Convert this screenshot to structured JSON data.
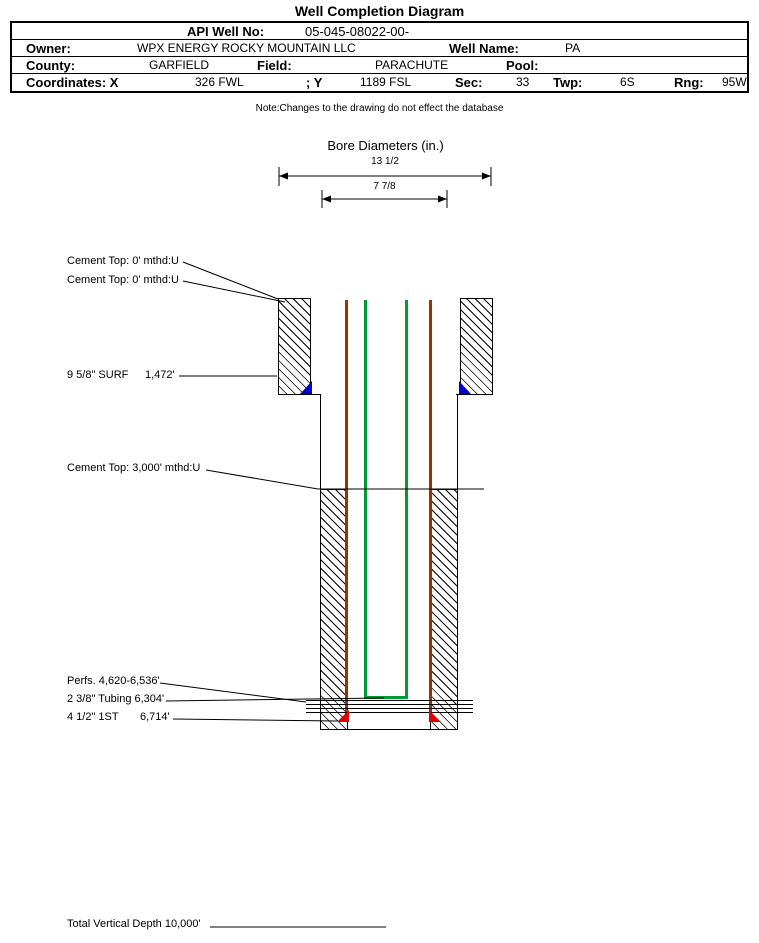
{
  "title": "Well Completion Diagram",
  "table": {
    "api_label": "API Well No:",
    "api_value": "05-045-08022-00-",
    "owner_label": "Owner:",
    "owner_value": "WPX ENERGY ROCKY MOUNTAIN LLC",
    "well_name_label": "Well Name:",
    "well_name_value": "PA",
    "county_label": "County:",
    "county_value": "GARFIELD",
    "field_label": "Field:",
    "field_value": "PARACHUTE",
    "pool_label": "Pool:",
    "pool_value": "",
    "coordinates_label": "Coordinates: X",
    "x_value": "326 FWL",
    "y_label": "; Y",
    "y_value": "1189 FSL",
    "sec_label": "Sec:",
    "sec_value": "33",
    "twp_label": "Twp:",
    "twp_value": "6S",
    "rng_label": "Rng:",
    "rng_value": "95W"
  },
  "note": "Note:Changes to the drawing do not effect the database",
  "bore": {
    "heading": "Bore Diameters (in.)",
    "dim_outer": "13 1/2",
    "dim_inner": "7 7/8"
  },
  "annotations": {
    "cement_top_1": "Cement Top: 0' mthd:U",
    "cement_top_2": "Cement Top: 0' mthd:U",
    "surface_casing": "9 5/8\" SURF",
    "surface_casing_depth": "1,472'",
    "cement_top_3": "Cement Top: 3,000' mthd:U",
    "perforations": "Perfs. 4,620-6,536'",
    "tubing": "2 3/8\" Tubing 6,304'",
    "production_casing": "4 1/2\" 1ST",
    "production_casing_depth": "6,714'",
    "total_depth": "Total Vertical Depth 10,000'"
  },
  "colors": {
    "casing": "#993300",
    "tubing": "#009933",
    "surf_shoe": "#0000cc",
    "prod_shoe": "#dd0000"
  }
}
